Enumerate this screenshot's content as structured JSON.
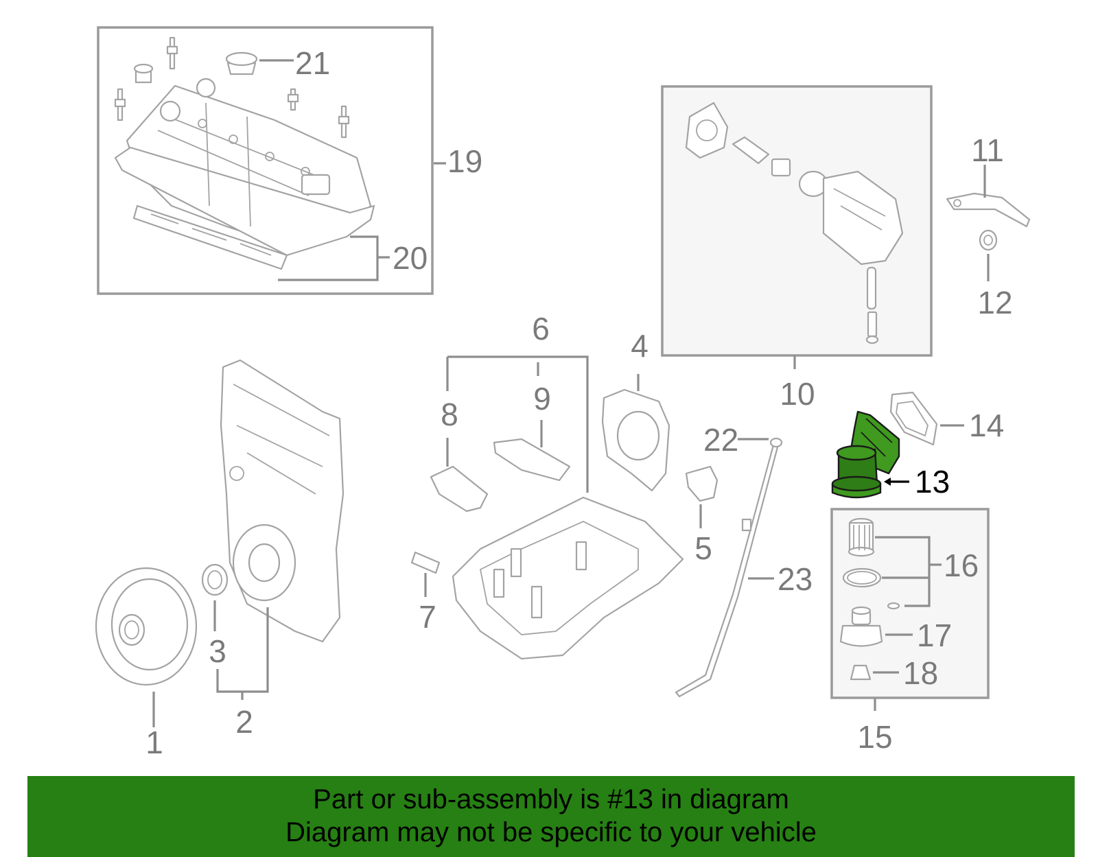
{
  "callouts": {
    "c1": "1",
    "c2": "2",
    "c3": "3",
    "c4": "4",
    "c5": "5",
    "c6": "6",
    "c7": "7",
    "c8": "8",
    "c9": "9",
    "c10": "10",
    "c11": "11",
    "c12": "12",
    "c13": "13",
    "c14": "14",
    "c15": "15",
    "c16": "16",
    "c17": "17",
    "c18": "18",
    "c19": "19",
    "c20": "20",
    "c21": "21",
    "c22": "22",
    "c23": "23"
  },
  "highlighted_part": "13",
  "banner": {
    "line1": "Part or sub-assembly is #13 in diagram",
    "line2": "Diagram may not be specific to your vehicle"
  },
  "colors": {
    "highlight": "#3f9a1f",
    "banner_bg": "#268013",
    "line_gray": "#9a9a9a"
  }
}
